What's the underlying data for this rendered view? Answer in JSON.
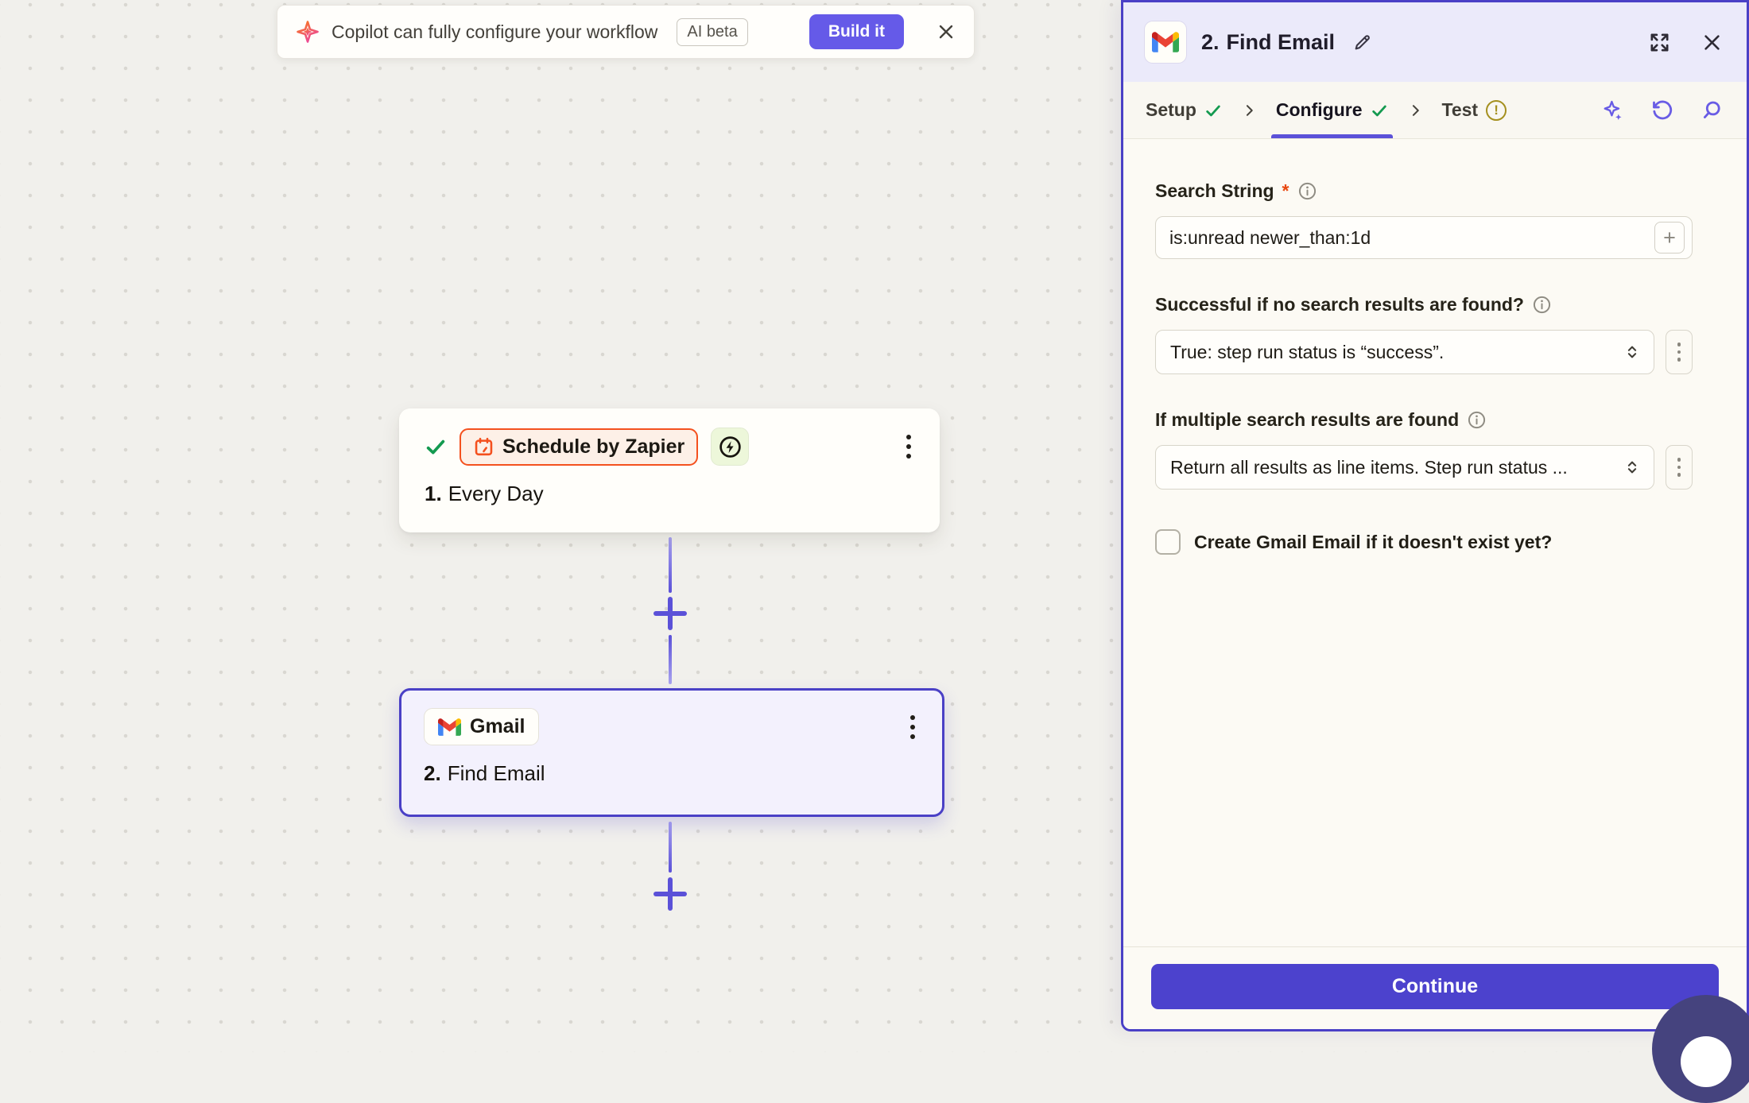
{
  "banner": {
    "text": "Copilot can fully configure your workflow",
    "badge": "AI beta",
    "build_label": "Build it"
  },
  "workflow": {
    "step1": {
      "app": "Schedule by Zapier",
      "number": "1.",
      "name": "Every Day",
      "status": "complete"
    },
    "step2": {
      "app": "Gmail",
      "number": "2.",
      "name": "Find Email",
      "selected": true
    }
  },
  "panel": {
    "header": {
      "number": "2.",
      "title": "Find Email"
    },
    "tabs": {
      "setup": "Setup",
      "configure": "Configure",
      "test": "Test",
      "active_tab": "Configure"
    },
    "search": {
      "label": "Search String",
      "required": "*",
      "value": "is:unread newer_than:1d"
    },
    "no_results": {
      "label": "Successful if no search results are found?",
      "value": "True: step run status is “success”."
    },
    "multiple": {
      "label": "If multiple search results are found",
      "value": "Return all results as line items. Step run status ..."
    },
    "checkbox": {
      "label": "Create Gmail Email if it doesn't exist yet?",
      "checked": false
    },
    "continue_label": "Continue"
  },
  "icons": {
    "plus": "+",
    "warning": "!"
  },
  "colors": {
    "accent_purple": "#5b51d8",
    "panel_border": "#4a40c6",
    "build_button": "#655ae8",
    "continue_button": "#4c42cd",
    "schedule_orange": "#f4511e",
    "success_green": "#149a50",
    "warning_olive": "#a5901f",
    "canvas_bg": "#f1f0ec",
    "panel_bg": "#fcfaf4",
    "header_lavender": "#ebeafa",
    "gmail_card_bg": "#f3f1fd"
  }
}
